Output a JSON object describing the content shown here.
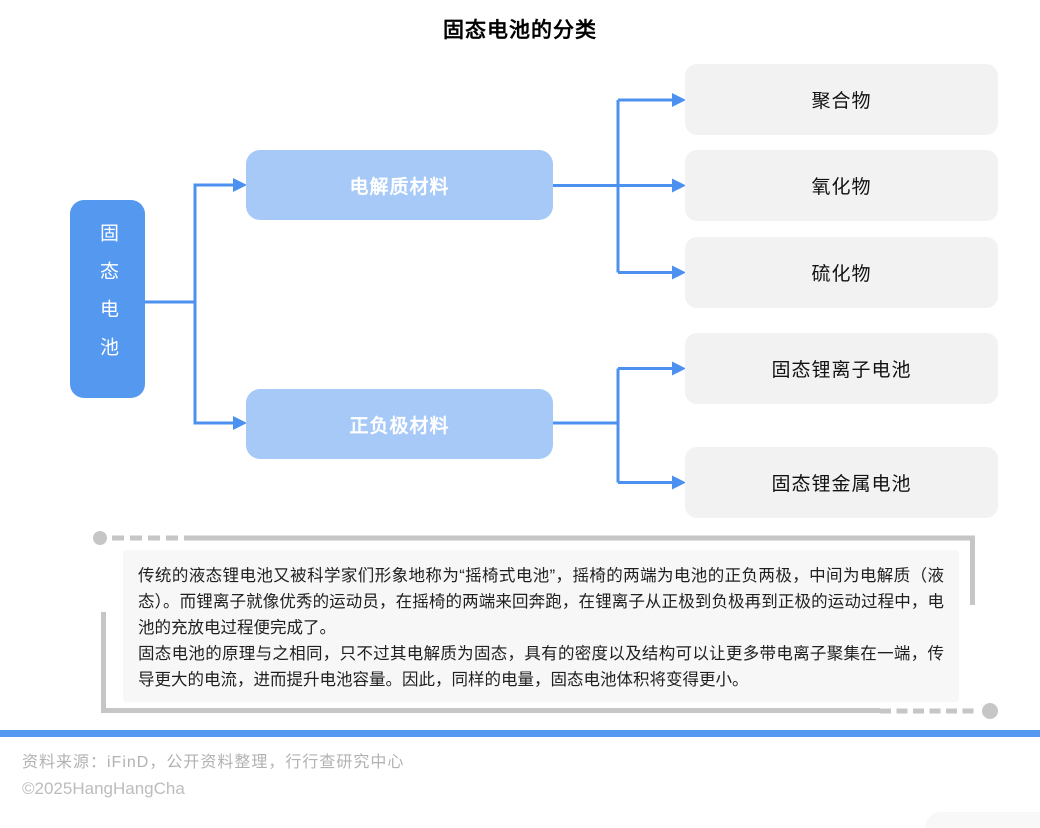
{
  "title": "固态电池的分类",
  "tree": {
    "root": "固态电池",
    "branches": [
      {
        "label": "电解质材料",
        "children": [
          "聚合物",
          "氧化物",
          "硫化物"
        ]
      },
      {
        "label": "正负极材料",
        "children": [
          "固态锂离子电池",
          "固态锂金属电池"
        ]
      }
    ]
  },
  "note": {
    "paragraphs": [
      "传统的液态锂电池又被科学家们形象地称为“摇椅式电池”，摇椅的两端为电池的正负两极，中间为电解质（液态）。而锂离子就像优秀的运动员，在摇椅的两端来回奔跑，在锂离子从正极到负极再到正极的运动过程中，电池的充放电过程便完成了。",
      "固态电池的原理与之相同，只不过其电解质为固态，具有的密度以及结构可以让更多带电离子聚集在一端，传导更大的电流，进而提升电池容量。因此，同样的电量，固态电池体积将变得更小。"
    ]
  },
  "footer": {
    "source": "资料来源：iFinD，公开资料整理，行行查研究中心",
    "copyright": "©2025HangHangCha"
  },
  "colors": {
    "root_box": "#5598F0",
    "branch_box": "#A7C9F8",
    "leaf_box": "#F2F2F2",
    "connector": "#4C91F0",
    "divider_bar": "#5598F2",
    "note_bg": "#F7F7F7",
    "decor_gray": "#C6C6C6",
    "footer_text": "#B2B2B2"
  }
}
